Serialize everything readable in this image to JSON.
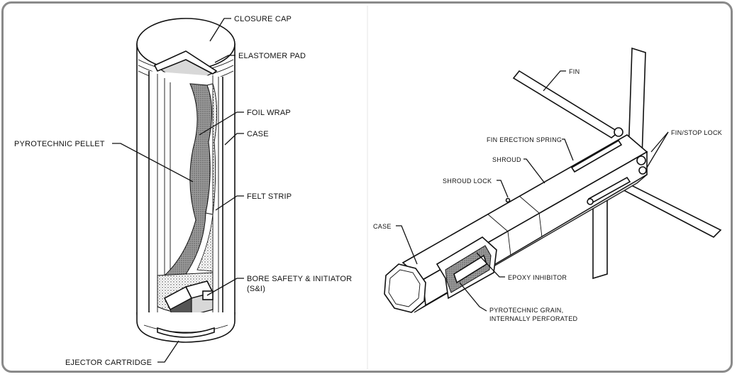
{
  "left_diagram": {
    "labels": {
      "closure_cap": "CLOSURE CAP",
      "elastomer_pad": "ELASTOMER PAD",
      "foil_wrap": "FOIL WRAP",
      "case": "CASE",
      "pyrotechnic_pellet": "PYROTECHNIC PELLET",
      "felt_strip": "FELT STRIP",
      "bore_safety_line1": "BORE SAFETY & INITIATOR",
      "bore_safety_line2": "(S&I)",
      "ejector_cartridge": "EJECTOR CARTRIDGE"
    }
  },
  "right_diagram": {
    "labels": {
      "fin": "FIN",
      "fin_erection_spring": "FIN ERECTION SPRING",
      "fin_stop_lock": "FIN/STOP LOCK",
      "shroud": "SHROUD",
      "shroud_lock": "SHROUD LOCK",
      "case": "CASE",
      "epoxy_inhibitor": "EPOXY INHIBITOR",
      "pyrotechnic_grain_line1": "PYROTECHNIC GRAIN,",
      "pyrotechnic_grain_line2": "INTERNALLY PERFORATED"
    }
  }
}
